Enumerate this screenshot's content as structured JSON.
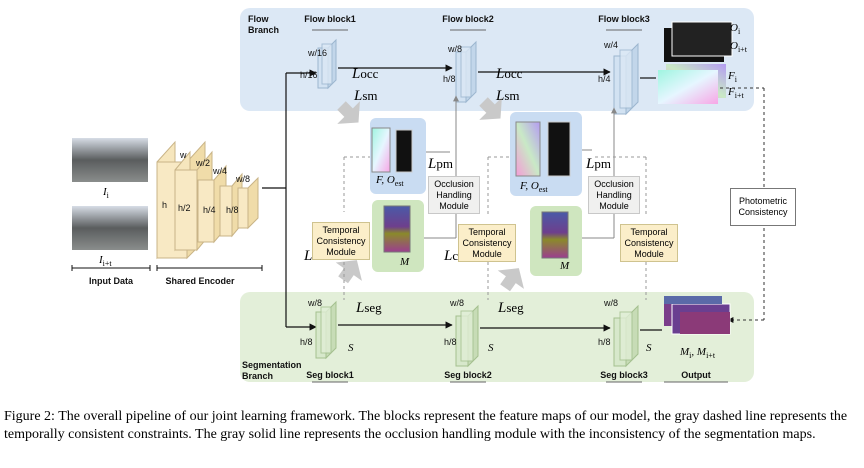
{
  "branches": {
    "flow": "Flow\nBranch",
    "segmentation": "Segmentation\nBranch"
  },
  "blocks": {
    "flow1": "Flow block1",
    "flow2": "Flow block2",
    "flow3": "Flow block3",
    "seg1": "Seg block1",
    "seg2": "Seg block2",
    "seg3": "Seg block3"
  },
  "dims": {
    "w16": "w/16",
    "h16": "h/16",
    "w8": "w/8",
    "h8": "h/8",
    "w4": "w/4",
    "h4": "h/4",
    "w2": "w/2",
    "h2": "h/2",
    "w": "w",
    "h": "h"
  },
  "losses": {
    "occ": "occ",
    "sm": "sm",
    "pm": "pm",
    "cons": "cons",
    "seg": "seg",
    "L": "L"
  },
  "modules": {
    "occlusion": "Occlusion\nHandling\nModule",
    "temporal": "Temporal\nConsistency\nModule",
    "photometric": "Photometric\nConsistency"
  },
  "math": {
    "I": "I",
    "i": "i",
    "i_t": "i+t",
    "F": "F",
    "O": "O",
    "est": "est",
    "M": "M",
    "S": "S",
    "output_labels": "M",
    "comma": ","
  },
  "labels": {
    "input_data": "Input Data",
    "shared_encoder": "Shared Encoder",
    "output": "Output"
  },
  "colors": {
    "flow_bg": "#dce8f5",
    "seg_bg": "#e3efd9",
    "encoder": "#f6e6bd",
    "module_box": "#fbeec9",
    "flow_est_bg": "#c9dcf2",
    "seg_est_bg": "#cfe6bf"
  },
  "caption": "Figure 2: The overall pipeline of our joint learning framework. The blocks represent the feature maps of our model, the gray dashed line represents the temporally consistent constraints. The gray solid line represents the occlusion handling module with the inconsistency of the segmentation maps."
}
